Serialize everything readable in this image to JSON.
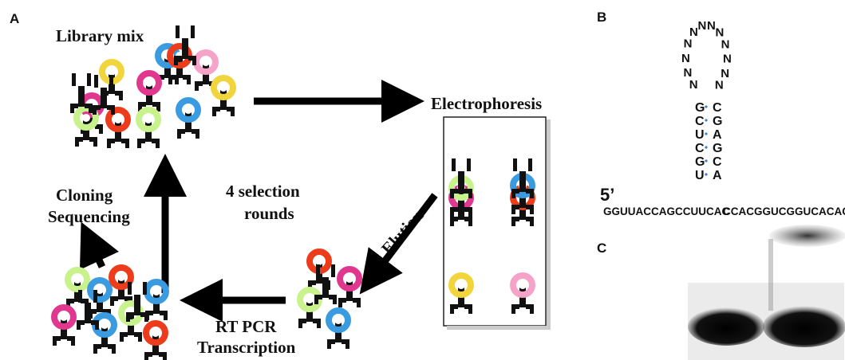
{
  "panels": {
    "a": "A",
    "b": "B",
    "c": "C"
  },
  "labels": {
    "library_mix": "Library mix",
    "electrophoresis": "Electrophoresis",
    "cloning": "Cloning",
    "sequencing": "Sequencing",
    "selection_line1": "4 selection",
    "selection_line2": "rounds",
    "elution": "Elution",
    "rt_pcr": "RT PCR",
    "transcription": "Transcription"
  },
  "structure": {
    "five_prime": "5’",
    "left_strand": "GGUUACCAGCCUUCAC",
    "right_strand": "CCACGGUCGGUCACAC",
    "stem_left": [
      "G",
      "C",
      "U",
      "C",
      "G",
      "U"
    ],
    "stem_right": [
      "C",
      "G",
      "A",
      "G",
      "C",
      "A"
    ],
    "loop": [
      "N",
      "N",
      "N",
      "N",
      "N",
      "N",
      "N",
      "N",
      "N",
      "N",
      "N",
      "N"
    ]
  },
  "colors": {
    "yellow": "#f2d53c",
    "red": "#ec3c1c",
    "blue": "#3b9be0",
    "pink": "#f5a3c8",
    "magenta": "#e0388f",
    "green": "#c8f28c",
    "aptamer": "#111111",
    "pair_dot": "#3a7bd5"
  }
}
